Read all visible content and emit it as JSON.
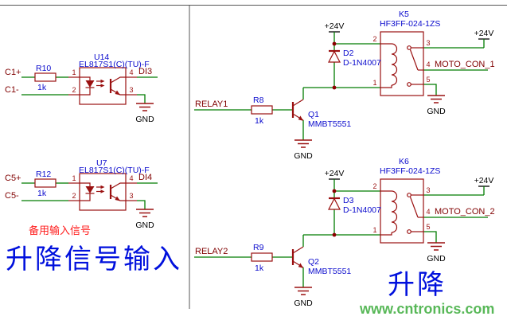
{
  "colors": {
    "wire": "#007c00",
    "component": "#9a1010",
    "net_label": "#800000",
    "designator": "#0b0bcd",
    "title_blue": "#0010dd",
    "note_red": "#ff1a1a",
    "watermark_green": "#58b858"
  },
  "left": {
    "opto1": {
      "designator": "U14",
      "part": "EL817S1(C)(TU)-F",
      "r_des": "R10",
      "r_val": "1k",
      "in_p": "C1+",
      "in_n": "C1-",
      "out": "DI3",
      "p1": "1",
      "p2": "2",
      "p3": "3",
      "p4": "4",
      "gnd": "GND"
    },
    "opto2": {
      "designator": "U7",
      "part": "EL817S1(C)(TU)-F",
      "r_des": "R12",
      "r_val": "1k",
      "in_p": "C5+",
      "in_n": "C5-",
      "out": "DI4",
      "p1": "1",
      "p2": "2",
      "p3": "3",
      "p4": "4",
      "gnd": "GND"
    },
    "note": "备用输入信号",
    "title": "升降信号输入"
  },
  "right": {
    "relay1": {
      "designator": "K5",
      "part": "HF3FF-024-1ZS",
      "vcc_l": "+24V",
      "vcc_r": "+24V",
      "d_des": "D2",
      "d_part": "D-1N4007",
      "r_des": "R8",
      "r_val": "1k",
      "q_des": "Q1",
      "q_part": "MMBT5551",
      "net_in": "RELAY1",
      "net_out": "MOTO_CON_1",
      "p1": "1",
      "p2": "2",
      "p3": "3",
      "p4": "4",
      "p5": "5",
      "gnd_k": "GND",
      "gnd_q": "GND"
    },
    "relay2": {
      "designator": "K6",
      "part": "HF3FF-024-1ZS",
      "vcc_l": "+24V",
      "vcc_r": "+24V",
      "d_des": "D3",
      "d_part": "D-1N4007",
      "r_des": "R9",
      "r_val": "1k",
      "q_des": "Q2",
      "q_part": "MMBT5551",
      "net_in": "RELAY2",
      "net_out": "MOTO_CON_2",
      "p1": "1",
      "p2": "2",
      "p3": "3",
      "p4": "4",
      "p5": "5",
      "gnd_k": "GND",
      "gnd_q": "GND"
    },
    "title": "升降",
    "watermark": "www.cntronics.com"
  }
}
